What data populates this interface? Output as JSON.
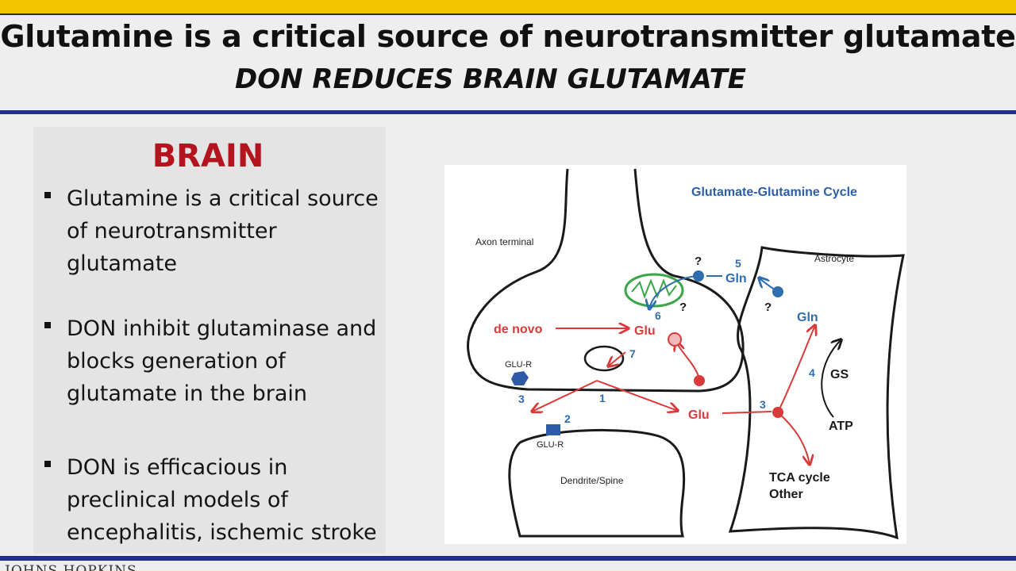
{
  "slide": {
    "title": "Glutamine is a critical source of neurotransmitter glutamate",
    "subtitle": "DON REDUCES BRAIN GLUTAMATE"
  },
  "left_panel": {
    "heading": "BRAIN",
    "bullets": [
      "Glutamine is a critical source of neurotransmitter glutamate",
      "DON inhibit glutaminase and blocks generation of glutamate in the brain",
      "DON is efficacious in preclinical models of encephalitis, ischemic stroke"
    ]
  },
  "diagram": {
    "title": "Glutamate-Glutamine Cycle",
    "labels": {
      "axon_terminal": "Axon terminal",
      "astrocyte": "Astrocyte",
      "dendrite": "Dendrite/Spine",
      "glu_r_pre": "GLU-R",
      "glu_r_post": "GLU-R",
      "de_novo": "de novo",
      "glu_presynaptic": "Glu",
      "glu_cleft": "Glu",
      "gln_transfer": "Gln",
      "gln_astrocyte": "Gln",
      "gs": "GS",
      "atp": "ATP",
      "tca_line1": "TCA cycle",
      "tca_line2": "Other",
      "q1": "?",
      "q2": "?",
      "q3": "?"
    },
    "numbers": {
      "n1": "1",
      "n2": "2",
      "n3_left": "3",
      "n3_right": "3",
      "n4": "4",
      "n5": "5",
      "n6": "6",
      "n7": "7"
    },
    "colors": {
      "membrane": "#1a1a1a",
      "glutamate_path": "#d93a3a",
      "glutamine_path": "#2e6db0",
      "mitochondrion": "#3aa648",
      "title_blue": "#2c5fa8"
    }
  },
  "footer": {
    "logo_text": "JOHNS HOPKINS"
  }
}
